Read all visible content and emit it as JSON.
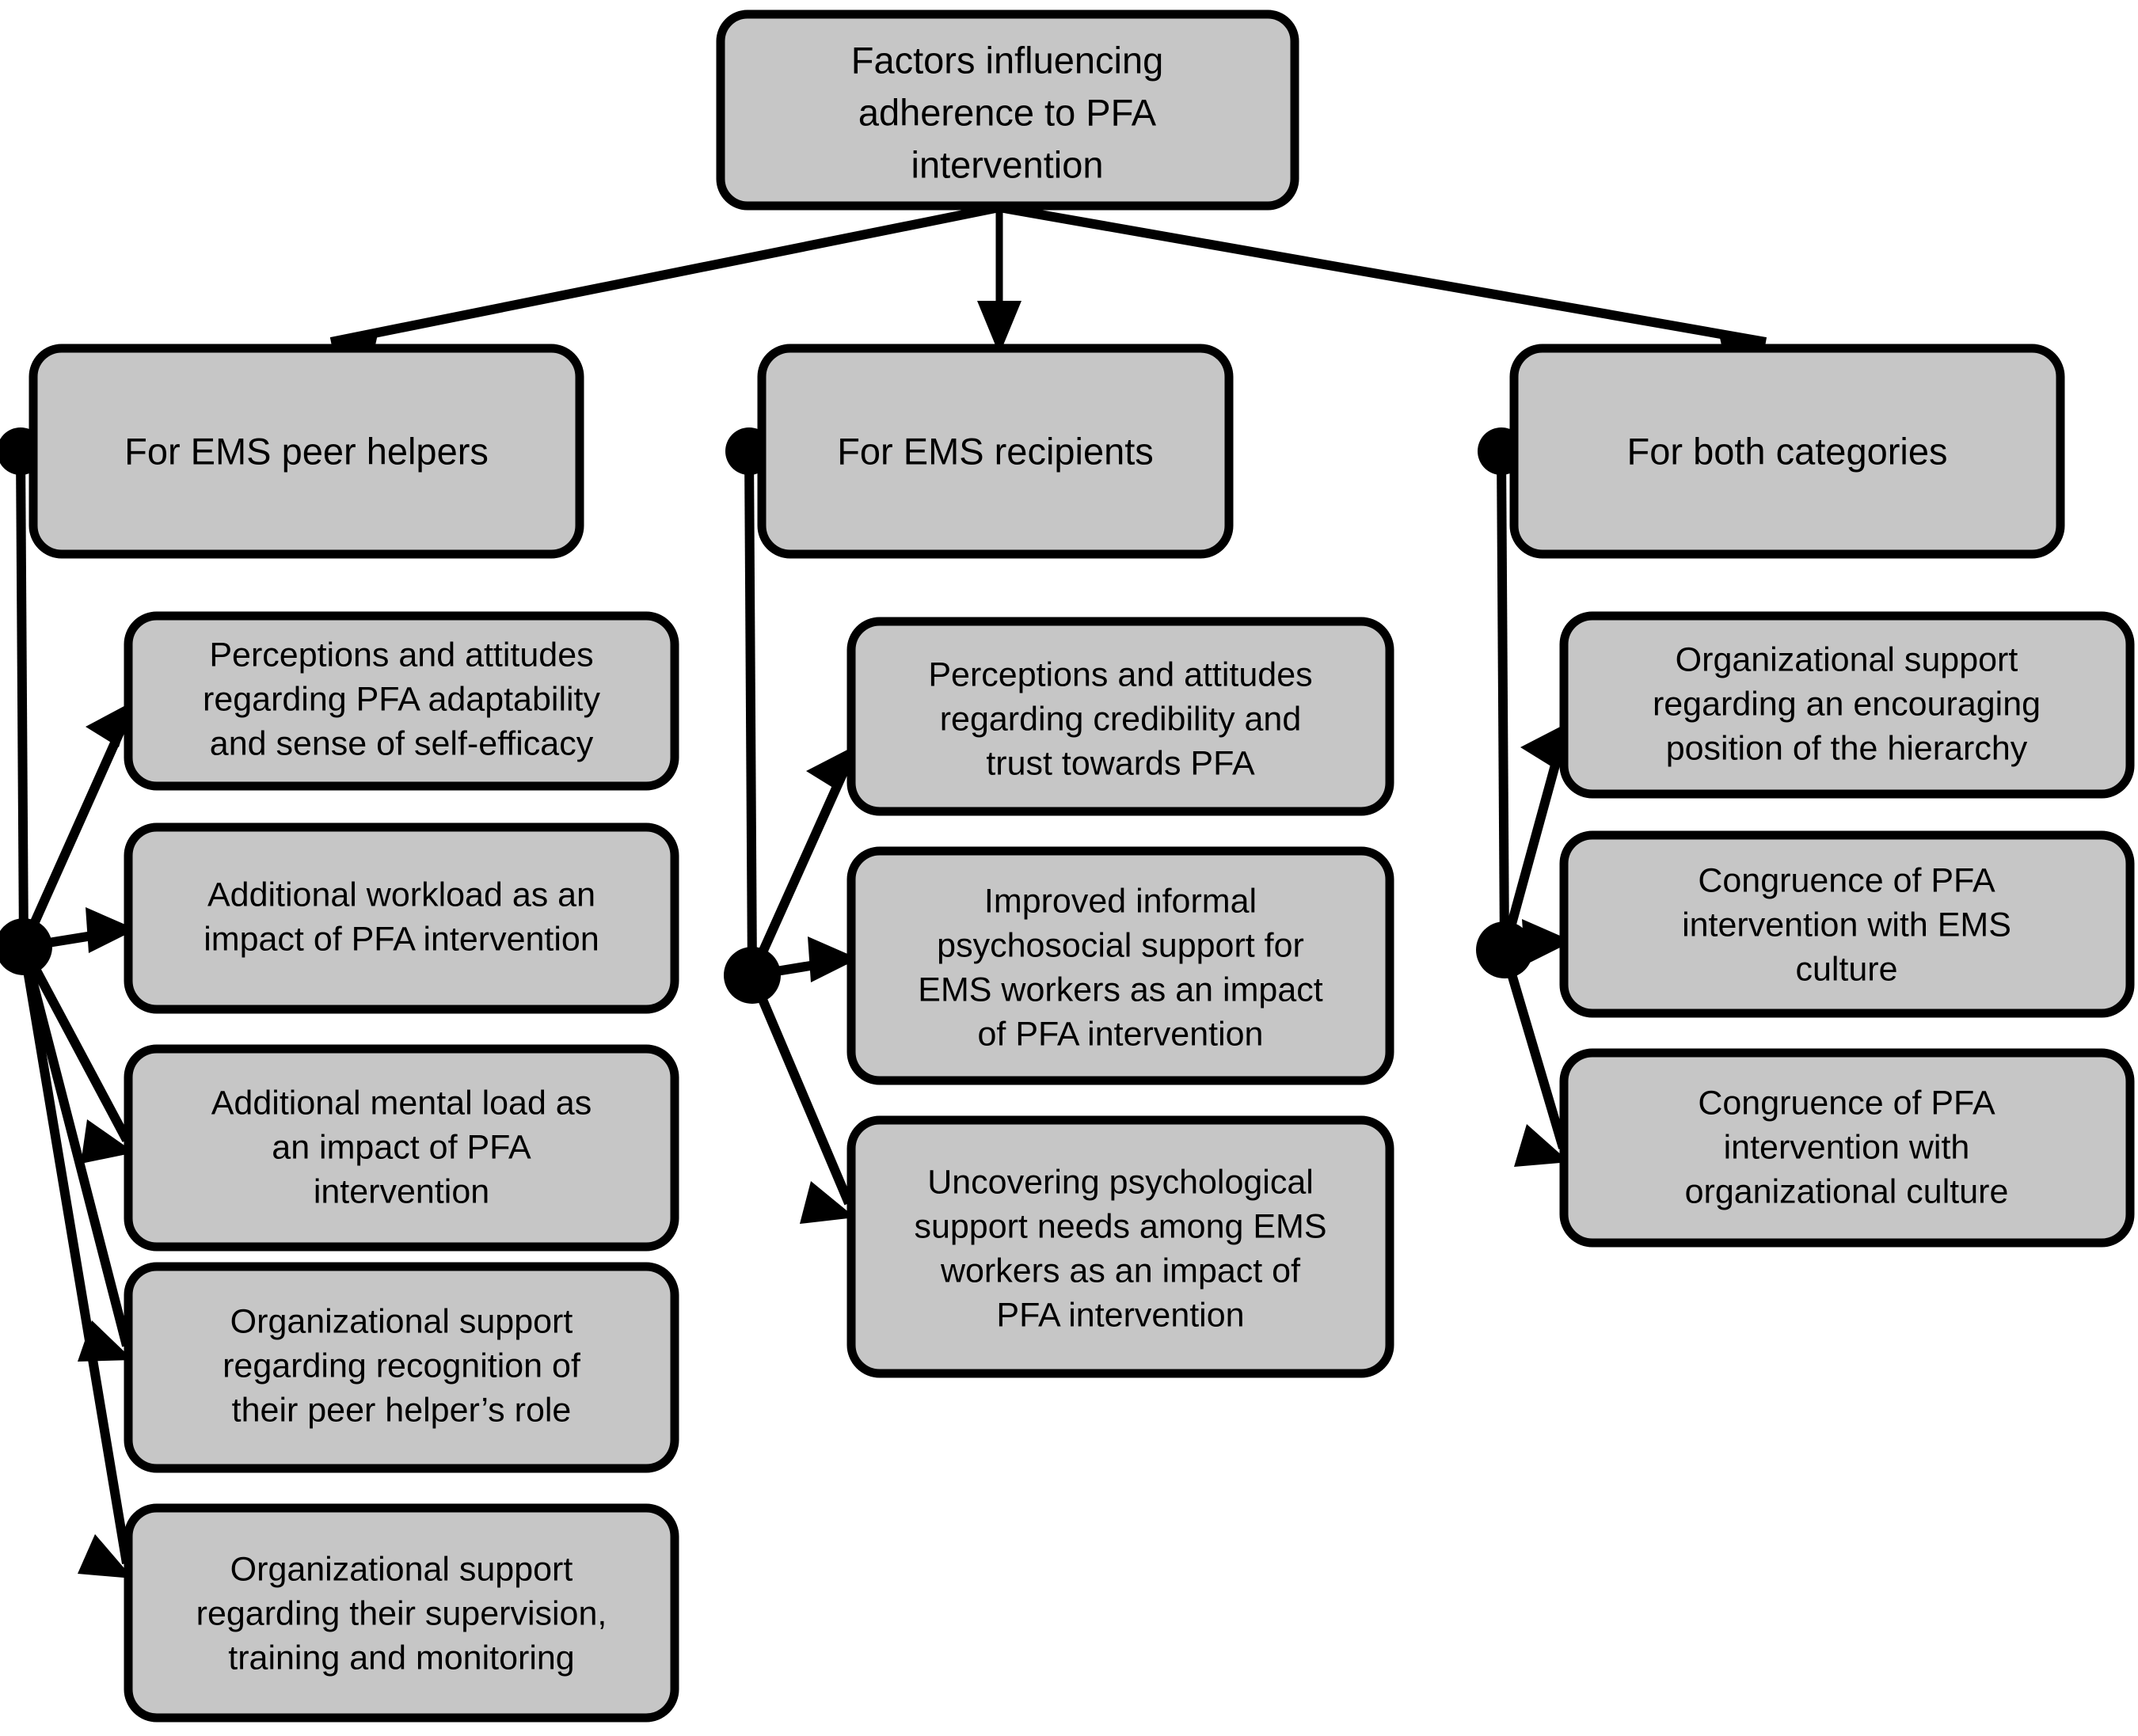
{
  "diagram": {
    "type": "hierarchy-tree",
    "root": {
      "id": "root",
      "label": "Factors influencing adherence to PFA intervention",
      "lines": [
        "Factors influencing",
        "adherence to PFA",
        "intervention"
      ]
    },
    "categories": [
      {
        "id": "cat-ems-peer-helpers",
        "label": "For EMS peer helpers",
        "children": [
          {
            "id": "leaf-perceptions-adaptability",
            "label": "Perceptions and attitudes regarding PFA adaptability and sense of self-efficacy",
            "lines": [
              "Perceptions and attitudes",
              "regarding PFA adaptability",
              "and sense of self-efficacy"
            ]
          },
          {
            "id": "leaf-additional-workload",
            "label": "Additional workload as an impact of PFA intervention",
            "lines": [
              "Additional workload as an",
              "impact of PFA intervention"
            ]
          },
          {
            "id": "leaf-additional-mental-load",
            "label": "Additional mental load as an impact of PFA intervention",
            "lines": [
              "Additional mental load as",
              "an impact of PFA",
              "intervention"
            ]
          },
          {
            "id": "leaf-org-support-recognition",
            "label": "Organizational support regarding recognition of their peer helper’s role",
            "lines": [
              "Organizational support",
              "regarding recognition of",
              "their peer helper’s role"
            ]
          },
          {
            "id": "leaf-org-support-supervision",
            "label": "Organizational support regarding their supervision, training and monitoring",
            "lines": [
              "Organizational support",
              "regarding their supervision,",
              "training and monitoring"
            ]
          }
        ]
      },
      {
        "id": "cat-ems-recipients",
        "label": "For EMS recipients",
        "children": [
          {
            "id": "leaf-perceptions-credibility",
            "label": "Perceptions and attitudes regarding credibility and trust towards PFA",
            "lines": [
              "Perceptions and attitudes",
              "regarding credibility and",
              "trust towards PFA"
            ]
          },
          {
            "id": "leaf-improved-informal-support",
            "label": "Improved informal psychosocial support for EMS workers as an impact of PFA intervention",
            "lines": [
              "Improved informal",
              "psychosocial support for",
              "EMS workers as an impact",
              "of PFA intervention"
            ]
          },
          {
            "id": "leaf-uncovering-needs",
            "label": "Uncovering psychological support needs among EMS workers as an impact of PFA intervention",
            "lines": [
              "Uncovering psychological",
              "support needs among EMS",
              "workers as an impact of",
              "PFA intervention"
            ]
          }
        ]
      },
      {
        "id": "cat-both-categories",
        "label": "For both categories",
        "children": [
          {
            "id": "leaf-org-support-hierarchy",
            "label": "Organizational support regarding an encouraging position of the hierarchy",
            "lines": [
              "Organizational support",
              "regarding an encouraging",
              "position of the hierarchy"
            ]
          },
          {
            "id": "leaf-congruence-ems-culture",
            "label": "Congruence of PFA intervention with EMS culture",
            "lines": [
              "Congruence of PFA",
              "intervention with EMS",
              "culture"
            ]
          },
          {
            "id": "leaf-congruence-org-culture",
            "label": "Congruence of PFA intervention with organizational culture",
            "lines": [
              "Congruence of PFA",
              "intervention with",
              "organizational culture"
            ]
          }
        ]
      }
    ],
    "colors": {
      "box_fill": "#c6c6c6",
      "box_stroke": "#000000",
      "text": "#000000",
      "background": "#ffffff"
    }
  }
}
